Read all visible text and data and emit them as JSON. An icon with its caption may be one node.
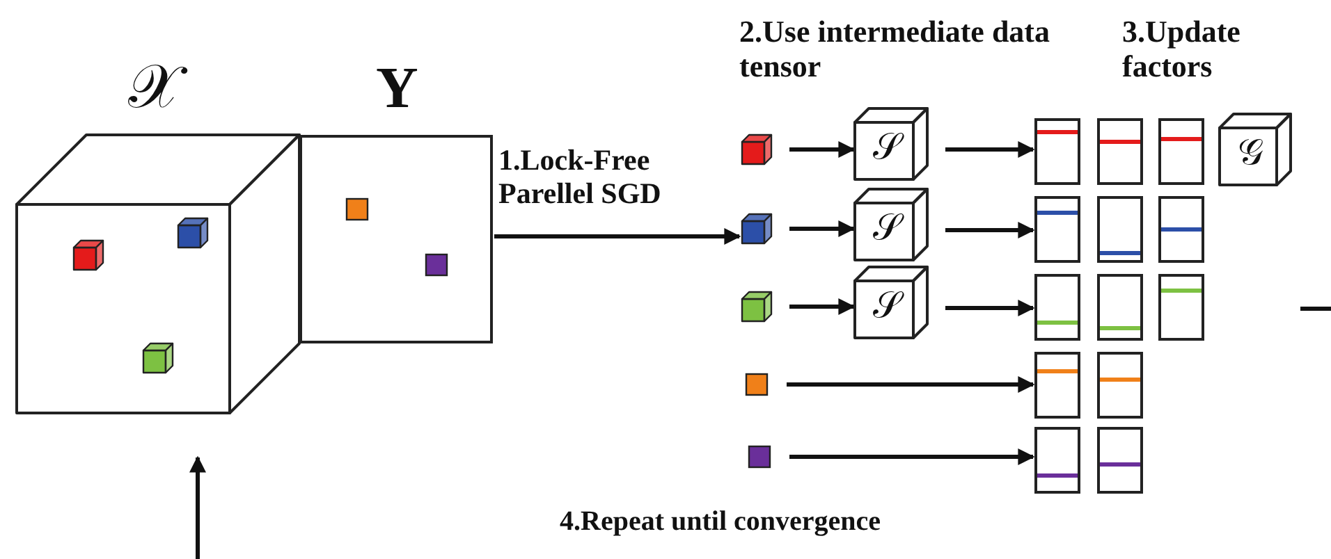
{
  "diagram": {
    "nodes": [
      {
        "text": [
          "𝒳"
        ]
      },
      {
        "text": [
          "Y"
        ]
      },
      {
        "text": [],
        "shape": "cube",
        "in": 0
      },
      {
        "text": [],
        "shape": "cube",
        "in": 0
      },
      {
        "text": [],
        "shape": "cube",
        "in": 0
      },
      {
        "text": [],
        "shape": "box",
        "in": 1
      },
      {
        "text": [],
        "shape": "box",
        "in": 1
      },
      {
        "text": [],
        "shape": "cube"
      },
      {
        "text": [
          "𝒮"
        ]
      },
      {
        "text": [],
        "shape": "box"
      },
      {
        "text": [],
        "shape": "box"
      },
      {
        "text": [],
        "shape": "box"
      },
      {
        "text": [
          "𝒢"
        ]
      },
      {
        "text": [],
        "shape": "cube"
      },
      {
        "text": [
          "𝒮"
        ]
      },
      {
        "text": [],
        "shape": "box"
      },
      {
        "text": [],
        "shape": "box"
      },
      {
        "text": [],
        "shape": "box"
      },
      {
        "text": [],
        "shape": "cube"
      },
      {
        "text": [
          "𝒮"
        ]
      },
      {
        "text": [],
        "shape": "box"
      },
      {
        "text": [],
        "shape": "box"
      },
      {
        "text": [],
        "shape": "box"
      },
      {
        "text": [],
        "shape": "box"
      },
      {
        "text": [],
        "shape": "box"
      },
      {
        "text": [],
        "shape": "box"
      },
      {
        "text": [],
        "shape": "box"
      },
      {
        "text": [],
        "shape": "box"
      },
      {
        "text": [],
        "shape": "box"
      }
    ],
    "edges": [
      {
        "from": 1,
        "to": 13,
        "arrow": "to",
        "label": "1.Lock-Free Parellel SGD"
      },
      {
        "from": 7,
        "to": 8,
        "arrow": "to"
      },
      {
        "from": 8,
        "to": 9,
        "arrow": "to"
      },
      {
        "from": 13,
        "to": 14,
        "arrow": "to"
      },
      {
        "from": 14,
        "to": 15,
        "arrow": "to"
      },
      {
        "from": 18,
        "to": 19,
        "arrow": "to"
      },
      {
        "from": 19,
        "to": 20,
        "arrow": "to"
      },
      {
        "from": 23,
        "to": 24,
        "arrow": "to"
      },
      {
        "from": 26,
        "to": 27,
        "arrow": "to"
      },
      {
        "from": null,
        "to": 0,
        "arrow": "to"
      }
    ],
    "labels": [
      "2.Use intermediate data tensor",
      "3.Update factors",
      "4.Repeat until convergence"
    ]
  }
}
